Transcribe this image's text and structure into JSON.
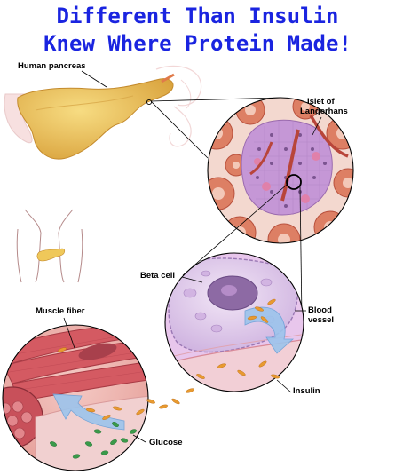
{
  "title": {
    "line1": "Different Than Insulin",
    "line2": "Knew Where Protein Made!"
  },
  "labels": {
    "human_pancreas": "Human pancreas",
    "islet_line1": "Islet of",
    "islet_line2": "Langerhans",
    "beta_cell": "Beta cell",
    "blood_line1": "Blood",
    "blood_line2": "vessel",
    "muscle_fiber": "Muscle fiber",
    "insulin": "Insulin",
    "glucose": "Glucose"
  },
  "colors": {
    "title": "#1a24e0",
    "pancreas": "#efc85a",
    "islet_cells": "#b98ad0",
    "acinar": "#d9735a",
    "beta_cell": "#c9a6dc",
    "muscle": "#d9606a",
    "arrow": "#8ab8e8",
    "insulin": "#e89a30",
    "glucose": "#3a9a4a"
  }
}
